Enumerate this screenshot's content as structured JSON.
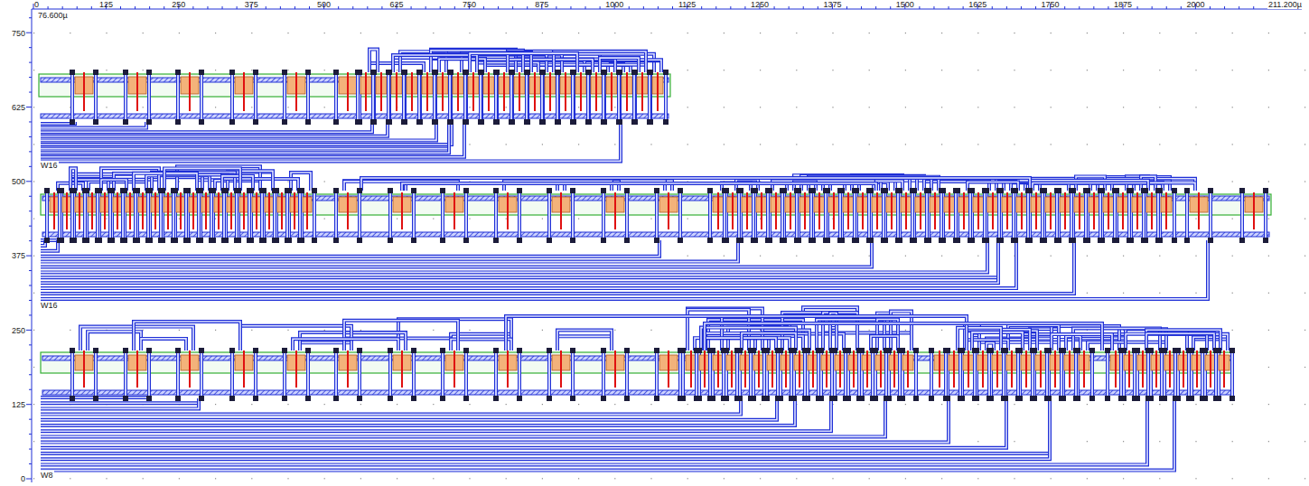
{
  "diagram": {
    "labels": [
      "0",
      "76.600µ",
      "125",
      "250",
      "375",
      "500",
      "625",
      "750",
      "875",
      "1000",
      "1125",
      "1250",
      "1375",
      "1500",
      "1625",
      "1750",
      "1875",
      "2000",
      "211.200µ",
      "750",
      "625",
      "500",
      "375",
      "250",
      "125",
      "0",
      "W16",
      "W16",
      "W8"
    ]
  }
}
